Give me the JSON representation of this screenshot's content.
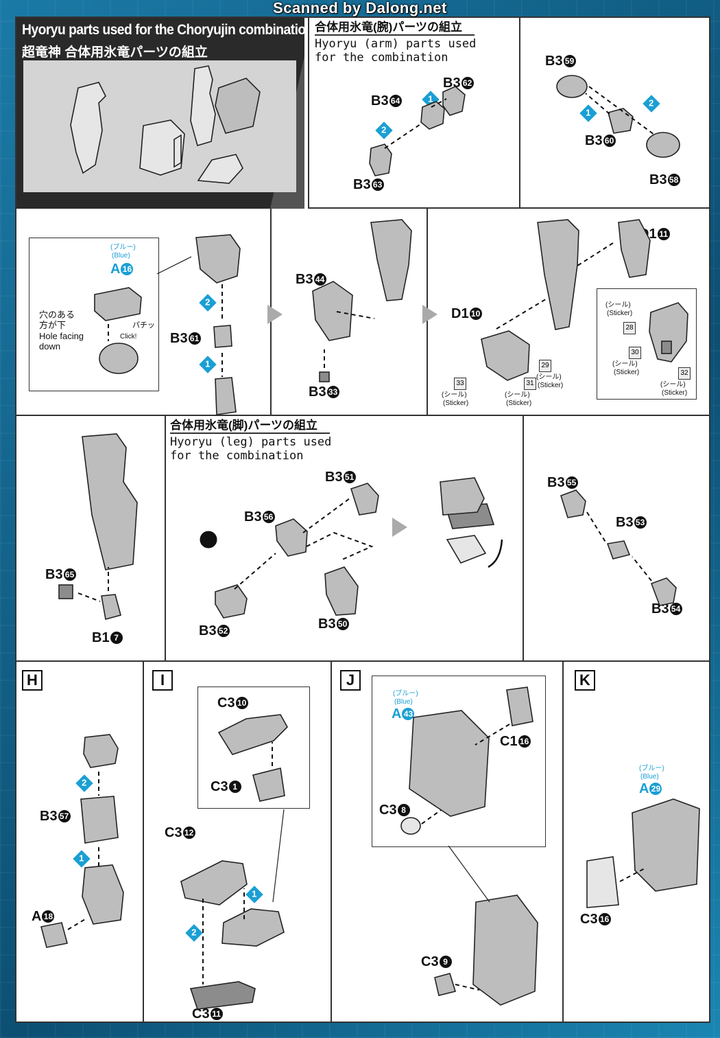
{
  "watermark": "Scanned by Dalong.net",
  "header": {
    "title_en": "Hyoryu parts used for the Choryujin combination",
    "title_jp": "超竜神 合体用氷竜パーツの組立"
  },
  "arm_section": {
    "title_jp": "合体用氷竜(腕)パーツの組立",
    "sub_line1": "Hyoryu (arm) parts used",
    "sub_line2": "for the combination"
  },
  "leg_section": {
    "title_jp": "合体用氷竜(脚)パーツの組立",
    "sub_line1": "Hyoryu (leg) parts used",
    "sub_line2": "for the combination"
  },
  "colors": {
    "blue": "#1a9fd4",
    "panel_gray": "#545454",
    "part_gray": "#bdbdbd"
  },
  "labels": {
    "b3_64": {
      "runner": "B3",
      "num": "64"
    },
    "b3_62": {
      "runner": "B3",
      "num": "62"
    },
    "b3_63": {
      "runner": "B3",
      "num": "63"
    },
    "b3_59": {
      "runner": "B3",
      "num": "59"
    },
    "b3_60": {
      "runner": "B3",
      "num": "60"
    },
    "b3_58": {
      "runner": "B3",
      "num": "58"
    },
    "a16": {
      "runner": "A",
      "num": "16"
    },
    "b3_61": {
      "runner": "B3",
      "num": "61"
    },
    "b3_44": {
      "runner": "B3",
      "num": "44"
    },
    "b3_33": {
      "runner": "B3",
      "num": "33"
    },
    "d1_11": {
      "runner": "D1",
      "num": "11"
    },
    "d1_10": {
      "runner": "D1",
      "num": "10"
    },
    "b3_65": {
      "runner": "B3",
      "num": "65"
    },
    "b1_7": {
      "runner": "B1",
      "num": "7"
    },
    "b3_51": {
      "runner": "B3",
      "num": "51"
    },
    "b3_56": {
      "runner": "B3",
      "num": "56"
    },
    "b3_52": {
      "runner": "B3",
      "num": "52"
    },
    "b3_50": {
      "runner": "B3",
      "num": "50"
    },
    "b3_55": {
      "runner": "B3",
      "num": "55"
    },
    "b3_53": {
      "runner": "B3",
      "num": "53"
    },
    "b3_54": {
      "runner": "B3",
      "num": "54"
    },
    "b3_57": {
      "runner": "B3",
      "num": "57"
    },
    "a18": {
      "runner": "A",
      "num": "18"
    },
    "c3_10": {
      "runner": "C3",
      "num": "10"
    },
    "c3_1": {
      "runner": "C3",
      "num": "1"
    },
    "c3_12": {
      "runner": "C3",
      "num": "12"
    },
    "c3_11": {
      "runner": "C3",
      "num": "11"
    },
    "a43": {
      "runner": "A",
      "num": "43"
    },
    "c1_16": {
      "runner": "C1",
      "num": "16"
    },
    "c3_8": {
      "runner": "C3",
      "num": "8"
    },
    "c3_9": {
      "runner": "C3",
      "num": "9"
    },
    "a29": {
      "runner": "A",
      "num": "29"
    },
    "c3_16": {
      "runner": "C3",
      "num": "16"
    }
  },
  "blue_jp": "(ブルー)",
  "blue_en": "(Blue)",
  "sticker_jp": "(シール)",
  "sticker_en": "(Sticker)",
  "stickers": [
    "28",
    "29",
    "30",
    "31",
    "32",
    "33"
  ],
  "hole_note": {
    "jp_line1": "穴のある",
    "jp_line2": "方が下",
    "en_line1": "Hole facing",
    "en_line2": "down"
  },
  "click_jp": "パチッ",
  "click_en": "Click!",
  "steps": {
    "one": "1",
    "two": "2"
  },
  "letters": [
    "H",
    "I",
    "J",
    "K"
  ]
}
